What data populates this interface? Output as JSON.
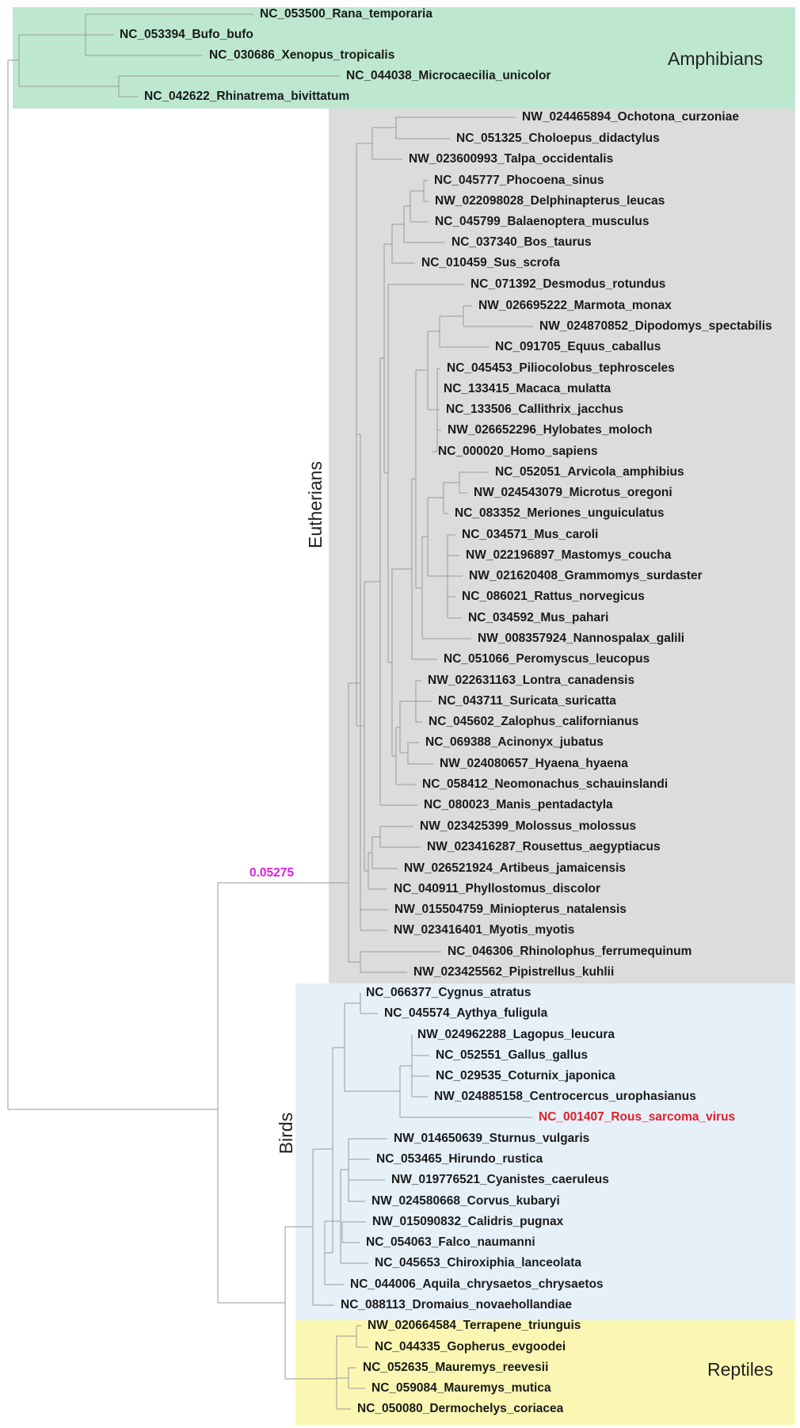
{
  "tree": {
    "support_value": "0.05275",
    "groups": [
      {
        "name": "Amphibians",
        "color": "#bde8cf",
        "label_color": "#222222"
      },
      {
        "name": "Eutherians",
        "color": "#dcdcdc",
        "label_color": "#222222"
      },
      {
        "name": "Birds",
        "color": "#e6f0f9",
        "label_color": "#222222"
      },
      {
        "name": "Reptiles",
        "color": "#fbf7b3",
        "label_color": "#222222"
      }
    ],
    "label_colors": {
      "default": "#1a1a1a",
      "highlight": "#e0202a",
      "support": "#e020e0",
      "branch": "#9a9a9a"
    },
    "taxa": [
      "NC_053500_Rana_temporaria",
      "NC_053394_Bufo_bufo",
      "NC_030686_Xenopus_tropicalis",
      "NC_044038_Microcaecilia_unicolor",
      "NC_042622_Rhinatrema_bivittatum",
      "NW_024465894_Ochotona_curzoniae",
      "NC_051325_Choloepus_didactylus",
      "NW_023600993_Talpa_occidentalis",
      "NC_045777_Phocoena_sinus",
      "NW_022098028_Delphinapterus_leucas",
      "NC_045799_Balaenoptera_musculus",
      "NC_037340_Bos_taurus",
      "NC_010459_Sus_scrofa",
      "NC_071392_Desmodus_rotundus",
      "NW_026695222_Marmota_monax",
      "NW_024870852_Dipodomys_spectabilis",
      "NC_091705_Equus_caballus",
      "NC_045453_Piliocolobus_tephrosceles",
      "NC_133415_Macaca_mulatta",
      "NC_133506_Callithrix_jacchus",
      "NW_026652296_Hylobates_moloch",
      "NC_000020_Homo_sapiens",
      "NC_052051_Arvicola_amphibius",
      "NW_024543079_Microtus_oregoni",
      "NC_083352_Meriones_unguiculatus",
      "NC_034571_Mus_caroli",
      "NW_022196897_Mastomys_coucha",
      "NW_021620408_Grammomys_surdaster",
      "NC_086021_Rattus_norvegicus",
      "NC_034592_Mus_pahari",
      "NW_008357924_Nannospalax_galili",
      "NC_051066_Peromyscus_leucopus",
      "NW_022631163_Lontra_canadensis",
      "NC_043711_Suricata_suricatta",
      "NC_045602_Zalophus_californianus",
      "NC_069388_Acinonyx_jubatus",
      "NW_024080657_Hyaena_hyaena",
      "NC_058412_Neomonachus_schauinslandi",
      "NC_080023_Manis_pentadactyla",
      "NW_023425399_Molossus_molossus",
      "NW_023416287_Rousettus_aegyptiacus",
      "NW_026521924_Artibeus_jamaicensis",
      "NC_040911_Phyllostomus_discolor",
      "NW_015504759_Miniopterus_natalensis",
      "NW_023416401_Myotis_myotis",
      "NC_046306_Rhinolophus_ferrumequinum",
      "NW_023425562_Pipistrellus_kuhlii",
      "NC_066377_Cygnus_atratus",
      "NC_045574_Aythya_fuligula",
      "NW_024962288_Lagopus_leucura",
      "NC_052551_Gallus_gallus",
      "NC_029535_Coturnix_japonica",
      "NW_024885158_Centrocercus_urophasianus",
      "NC_001407_Rous_sarcoma_virus",
      "NW_014650639_Sturnus_vulgaris",
      "NC_053465_Hirundo_rustica",
      "NW_019776521_Cyanistes_caeruleus",
      "NW_024580668_Corvus_kubaryi",
      "NW_015090832_Calidris_pugnax",
      "NC_054063_Falco_naumanni",
      "NC_045653_Chiroxiphia_lanceolata",
      "NC_044006_Aquila_chrysaetos_chrysaetos",
      "NC_088113_Dromaius_novaehollandiae",
      "NW_020664584_Terrapene_triunguis",
      "NC_044335_Gopherus_evgoodei",
      "NC_052635_Mauremys_reevesii",
      "NC_059084_Mauremys_mutica",
      "NC_050080_Dermochelys_coriacea"
    ]
  }
}
